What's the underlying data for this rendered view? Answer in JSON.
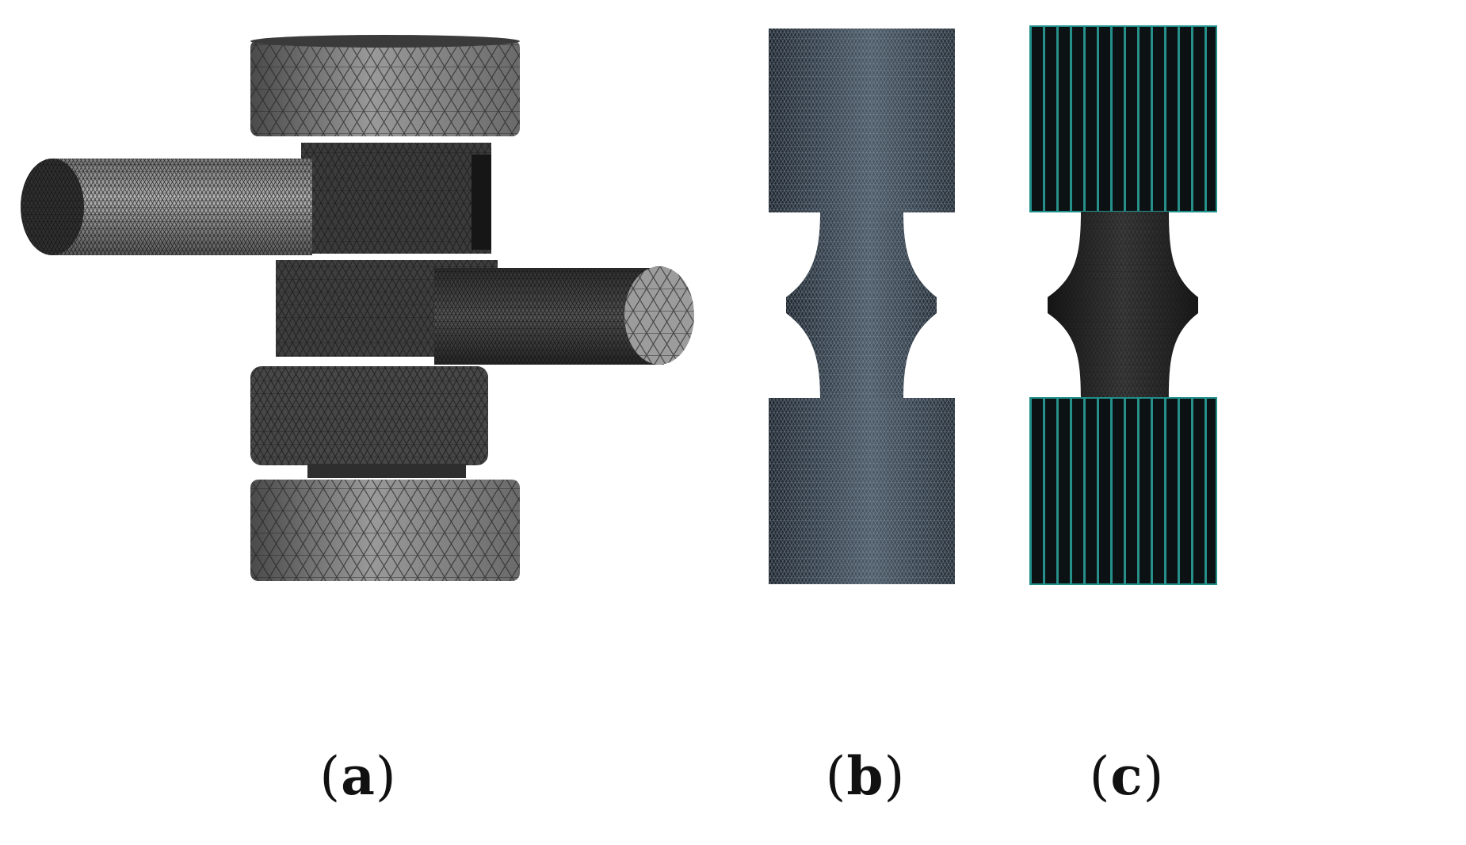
{
  "panels": [
    {
      "id": "a",
      "paren_open": "(",
      "letter": "a",
      "paren_close": ")"
    },
    {
      "id": "b",
      "paren_open": "(",
      "letter": "b",
      "paren_close": ")"
    },
    {
      "id": "c",
      "paren_open": "(",
      "letter": "c",
      "paren_close": ")"
    }
  ],
  "colors": {
    "mesh_gray_dark": "#3a3a3a",
    "mesh_gray_light": "#a8a8a8",
    "mesh_blue_dark": "#2a3038",
    "mesh_blue_light": "#5a6a78",
    "mesh_teal": "#1f8f8a",
    "background": "#ffffff"
  }
}
